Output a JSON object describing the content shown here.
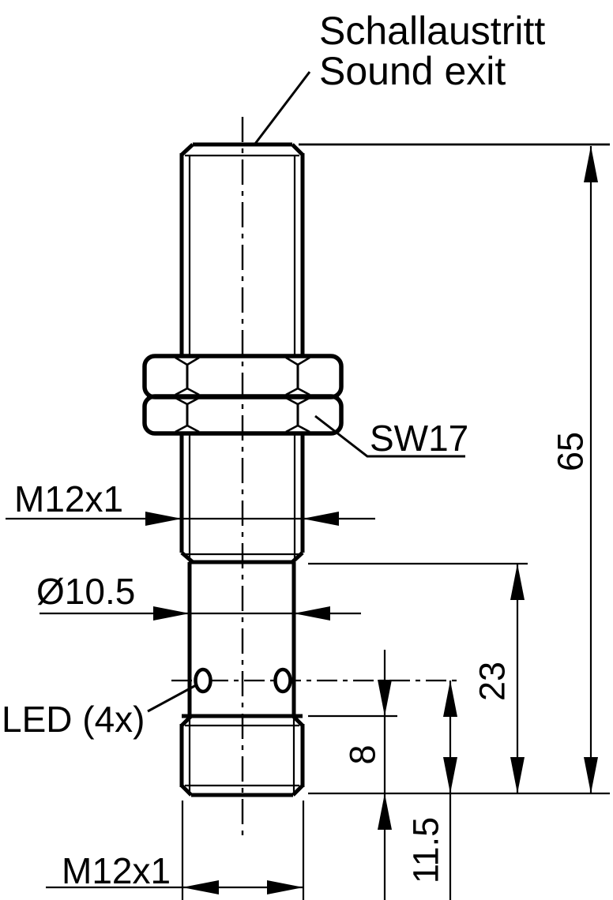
{
  "drawing": {
    "type": "technical-dimension-drawing",
    "subject": "M12 threaded cylindrical ultrasonic sensor, front view",
    "colors": {
      "line": "#000000",
      "background": "#ffffff"
    }
  },
  "labels": {
    "sound_exit_de": "Schallaustritt",
    "sound_exit_en": "Sound exit",
    "wrench_size": "SW17",
    "thread_top": "M12x1",
    "diameter": "Ø10.5",
    "led": "LED (4x)",
    "thread_bottom": "M12x1"
  },
  "dimensions": {
    "overall_length": "65",
    "lower_body_length": "23",
    "bottom_thread_length": "8",
    "led_offset": "11.5"
  }
}
